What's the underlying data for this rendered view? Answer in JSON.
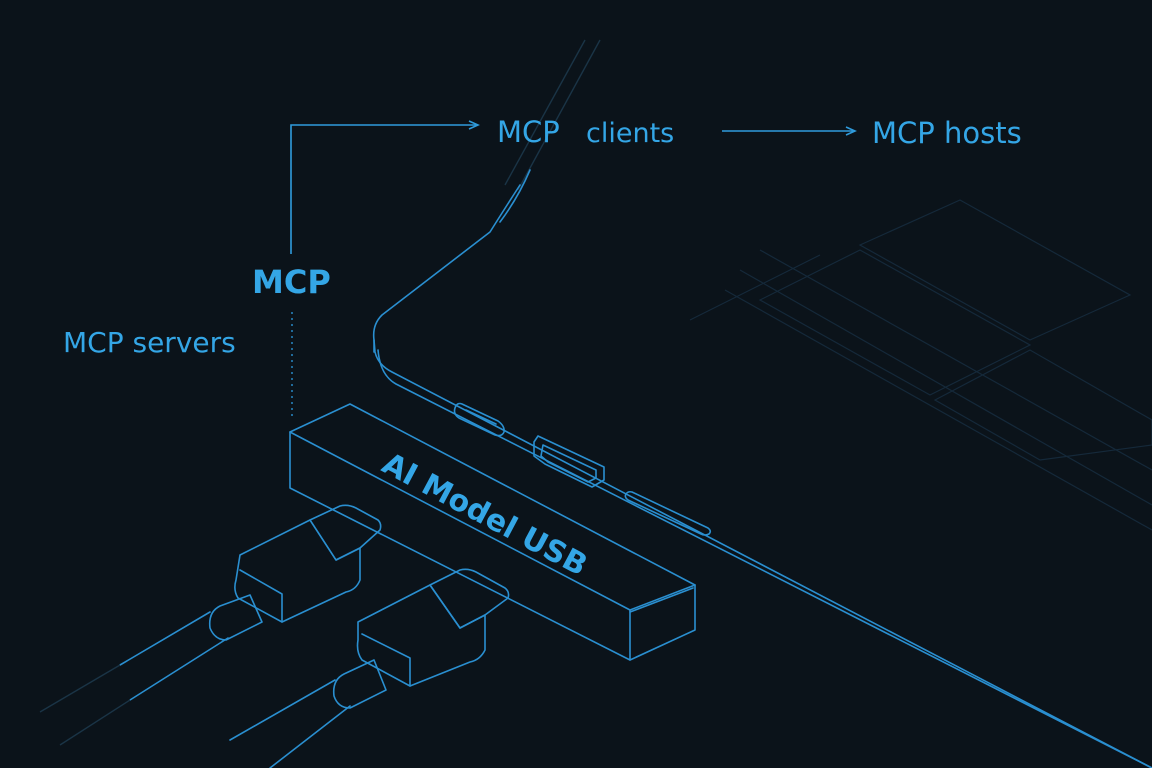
{
  "labels": {
    "clients_prefix": "MCP",
    "clients_suffix": "clients",
    "hosts": "MCP hosts",
    "mcp": "MCP",
    "servers": "MCP servers",
    "usb": "AI Model USB"
  },
  "colors": {
    "background": "#0b131a",
    "accent": "#34a6e6",
    "line": "#2a8fd0",
    "faint": "#1a3446"
  }
}
